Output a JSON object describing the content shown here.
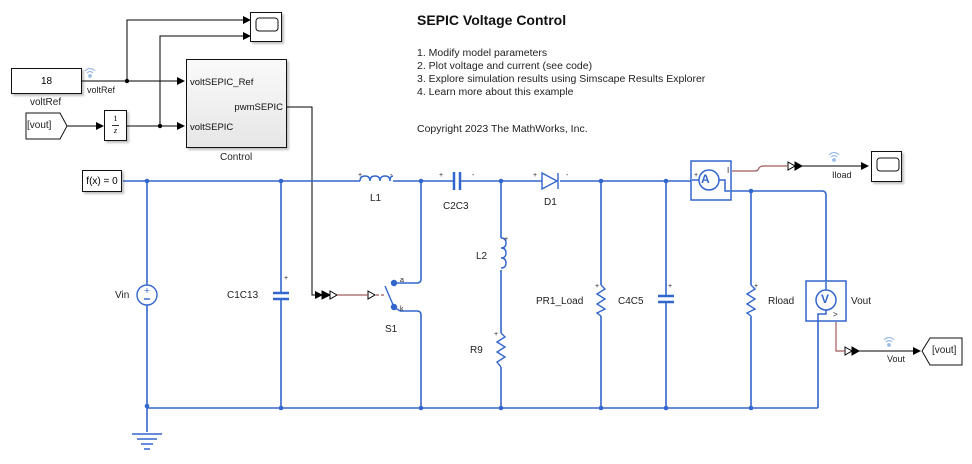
{
  "annotation": {
    "title": "SEPIC Voltage Control",
    "links": [
      "1. Modify model parameters",
      "2. Plot voltage and current (see code)",
      "3. Explore simulation results using Simscape Results Explorer",
      "4. Learn more about this example"
    ],
    "copyright": "Copyright 2023 The MathWorks, Inc."
  },
  "blocks": {
    "constant": {
      "value": "18",
      "name": "voltRef"
    },
    "from_vout": {
      "tag": "[vout]"
    },
    "delay": {
      "numerator": "1",
      "denominator": "z"
    },
    "control": {
      "name": "Control",
      "in1": "voltSEPIC_Ref",
      "in2": "voltSEPIC",
      "out1": "pwmSEPIC"
    },
    "solver": {
      "label": "f(x) = 0"
    },
    "goto_vout": {
      "tag": "[vout]"
    },
    "ammeter": {
      "symbol": "A",
      "port": "I"
    },
    "voltmeter": {
      "symbol": "V",
      "name": "Vout"
    }
  },
  "signals": {
    "voltRef": "voltRef",
    "iload": "Iload",
    "vout": "Vout"
  },
  "components": {
    "vin": "Vin",
    "c1c13": "C1C13",
    "l1": "L1",
    "c2c3": "C2C3",
    "d1": "D1",
    "l2": "L2",
    "r9": "R9",
    "s1": "S1",
    "pr1_load": "PR1_Load",
    "c4c5": "C4C5",
    "rload": "Rload"
  },
  "colors": {
    "wire": "#3366cc",
    "signal": "#000000",
    "physical_signal": "#a05a5a",
    "logged_signal": "#9bbde6"
  }
}
